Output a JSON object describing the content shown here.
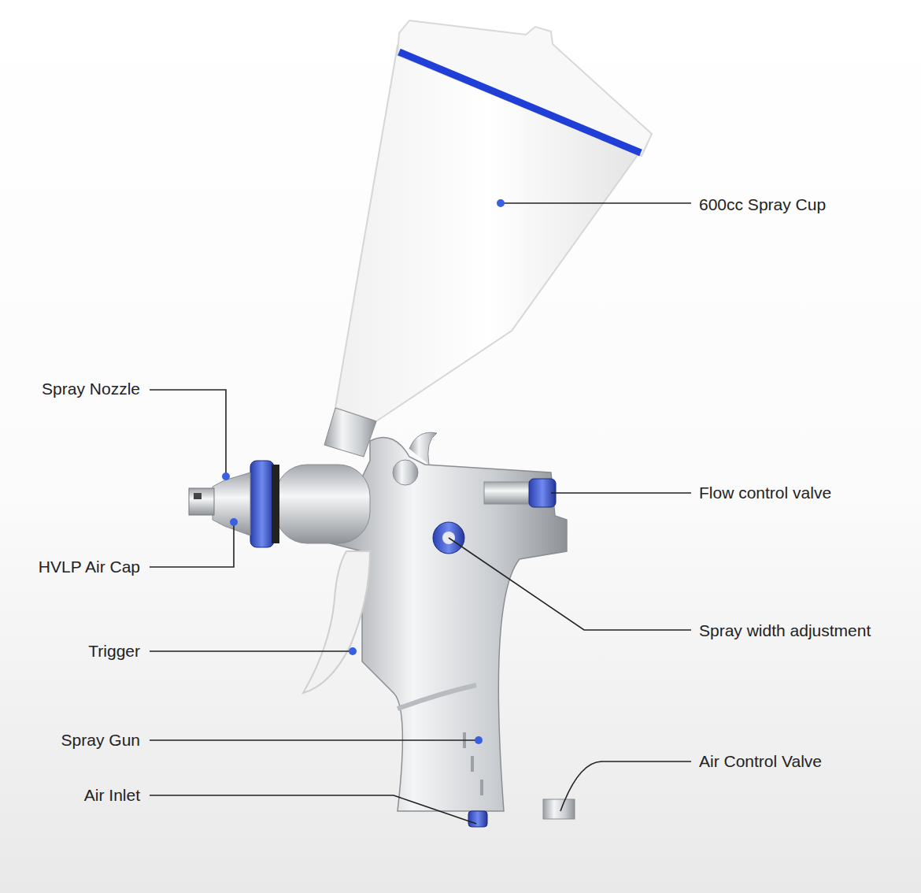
{
  "diagram": {
    "labels": [
      "600cc Spray Cup",
      "Spray Nozzle",
      "Flow control valve",
      "HVLP Air Cap",
      "Spray width adjustment",
      "Trigger",
      "Spray Gun",
      "Air Control Valve",
      "Air Inlet"
    ]
  }
}
